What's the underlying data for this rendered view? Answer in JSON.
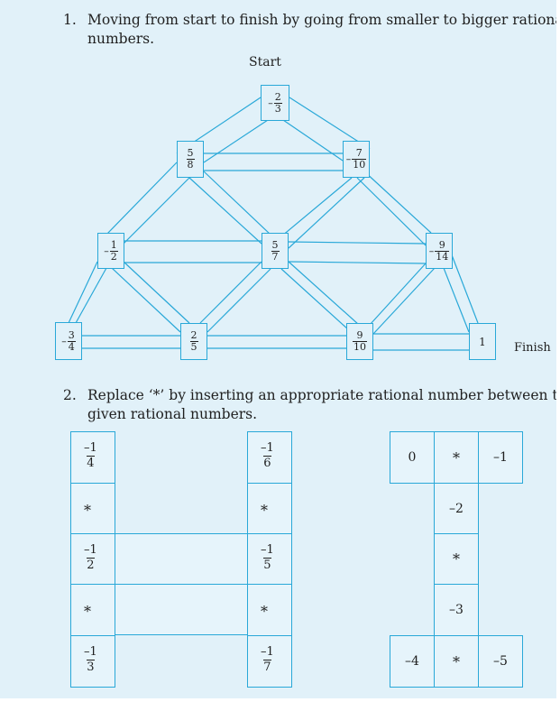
{
  "q1": {
    "number": "1.",
    "text_line1": "Moving from start to finish by going from smaller to bigger rational",
    "text_line2": "numbers."
  },
  "start_label": "Start",
  "finish_label": "Finish",
  "nodes": {
    "top": {
      "sign": "–",
      "num": "2",
      "den": "3"
    },
    "ul": {
      "sign": "",
      "num": "5",
      "den": "8"
    },
    "ur": {
      "sign": "–",
      "num": "7",
      "den": "10"
    },
    "ml": {
      "sign": "–",
      "num": "1",
      "den": "2"
    },
    "mc": {
      "sign": "",
      "num": "5",
      "den": "7"
    },
    "mr": {
      "sign": "–",
      "num": "9",
      "den": "14"
    },
    "bl": {
      "sign": "–",
      "num": "3",
      "den": "4"
    },
    "bc": {
      "sign": "",
      "num": "2",
      "den": "5"
    },
    "bcr": {
      "sign": "",
      "num": "9",
      "den": "10"
    },
    "br": {
      "value": "1"
    }
  },
  "q2": {
    "number": "2.",
    "text_line1": "Replace ‘*’ by inserting an appropriate rational number between the",
    "text_line2": "given rational numbers."
  },
  "grid_h": {
    "left": [
      {
        "num": "–1",
        "den": "4"
      },
      {
        "star": "*"
      },
      {
        "num": "–1",
        "den": "2"
      },
      {
        "star": "*"
      },
      {
        "num": "–1",
        "den": "3"
      }
    ],
    "right": [
      {
        "num": "–1",
        "den": "6"
      },
      {
        "star": "*"
      },
      {
        "num": "–1",
        "den": "5"
      },
      {
        "star": "*"
      },
      {
        "num": "–1",
        "den": "7"
      }
    ]
  },
  "grid_i": {
    "top": [
      "0",
      "*",
      "–1"
    ],
    "middle": [
      "–2",
      "*",
      "–3"
    ],
    "bottom": [
      "–4",
      "*",
      "–5"
    ]
  }
}
